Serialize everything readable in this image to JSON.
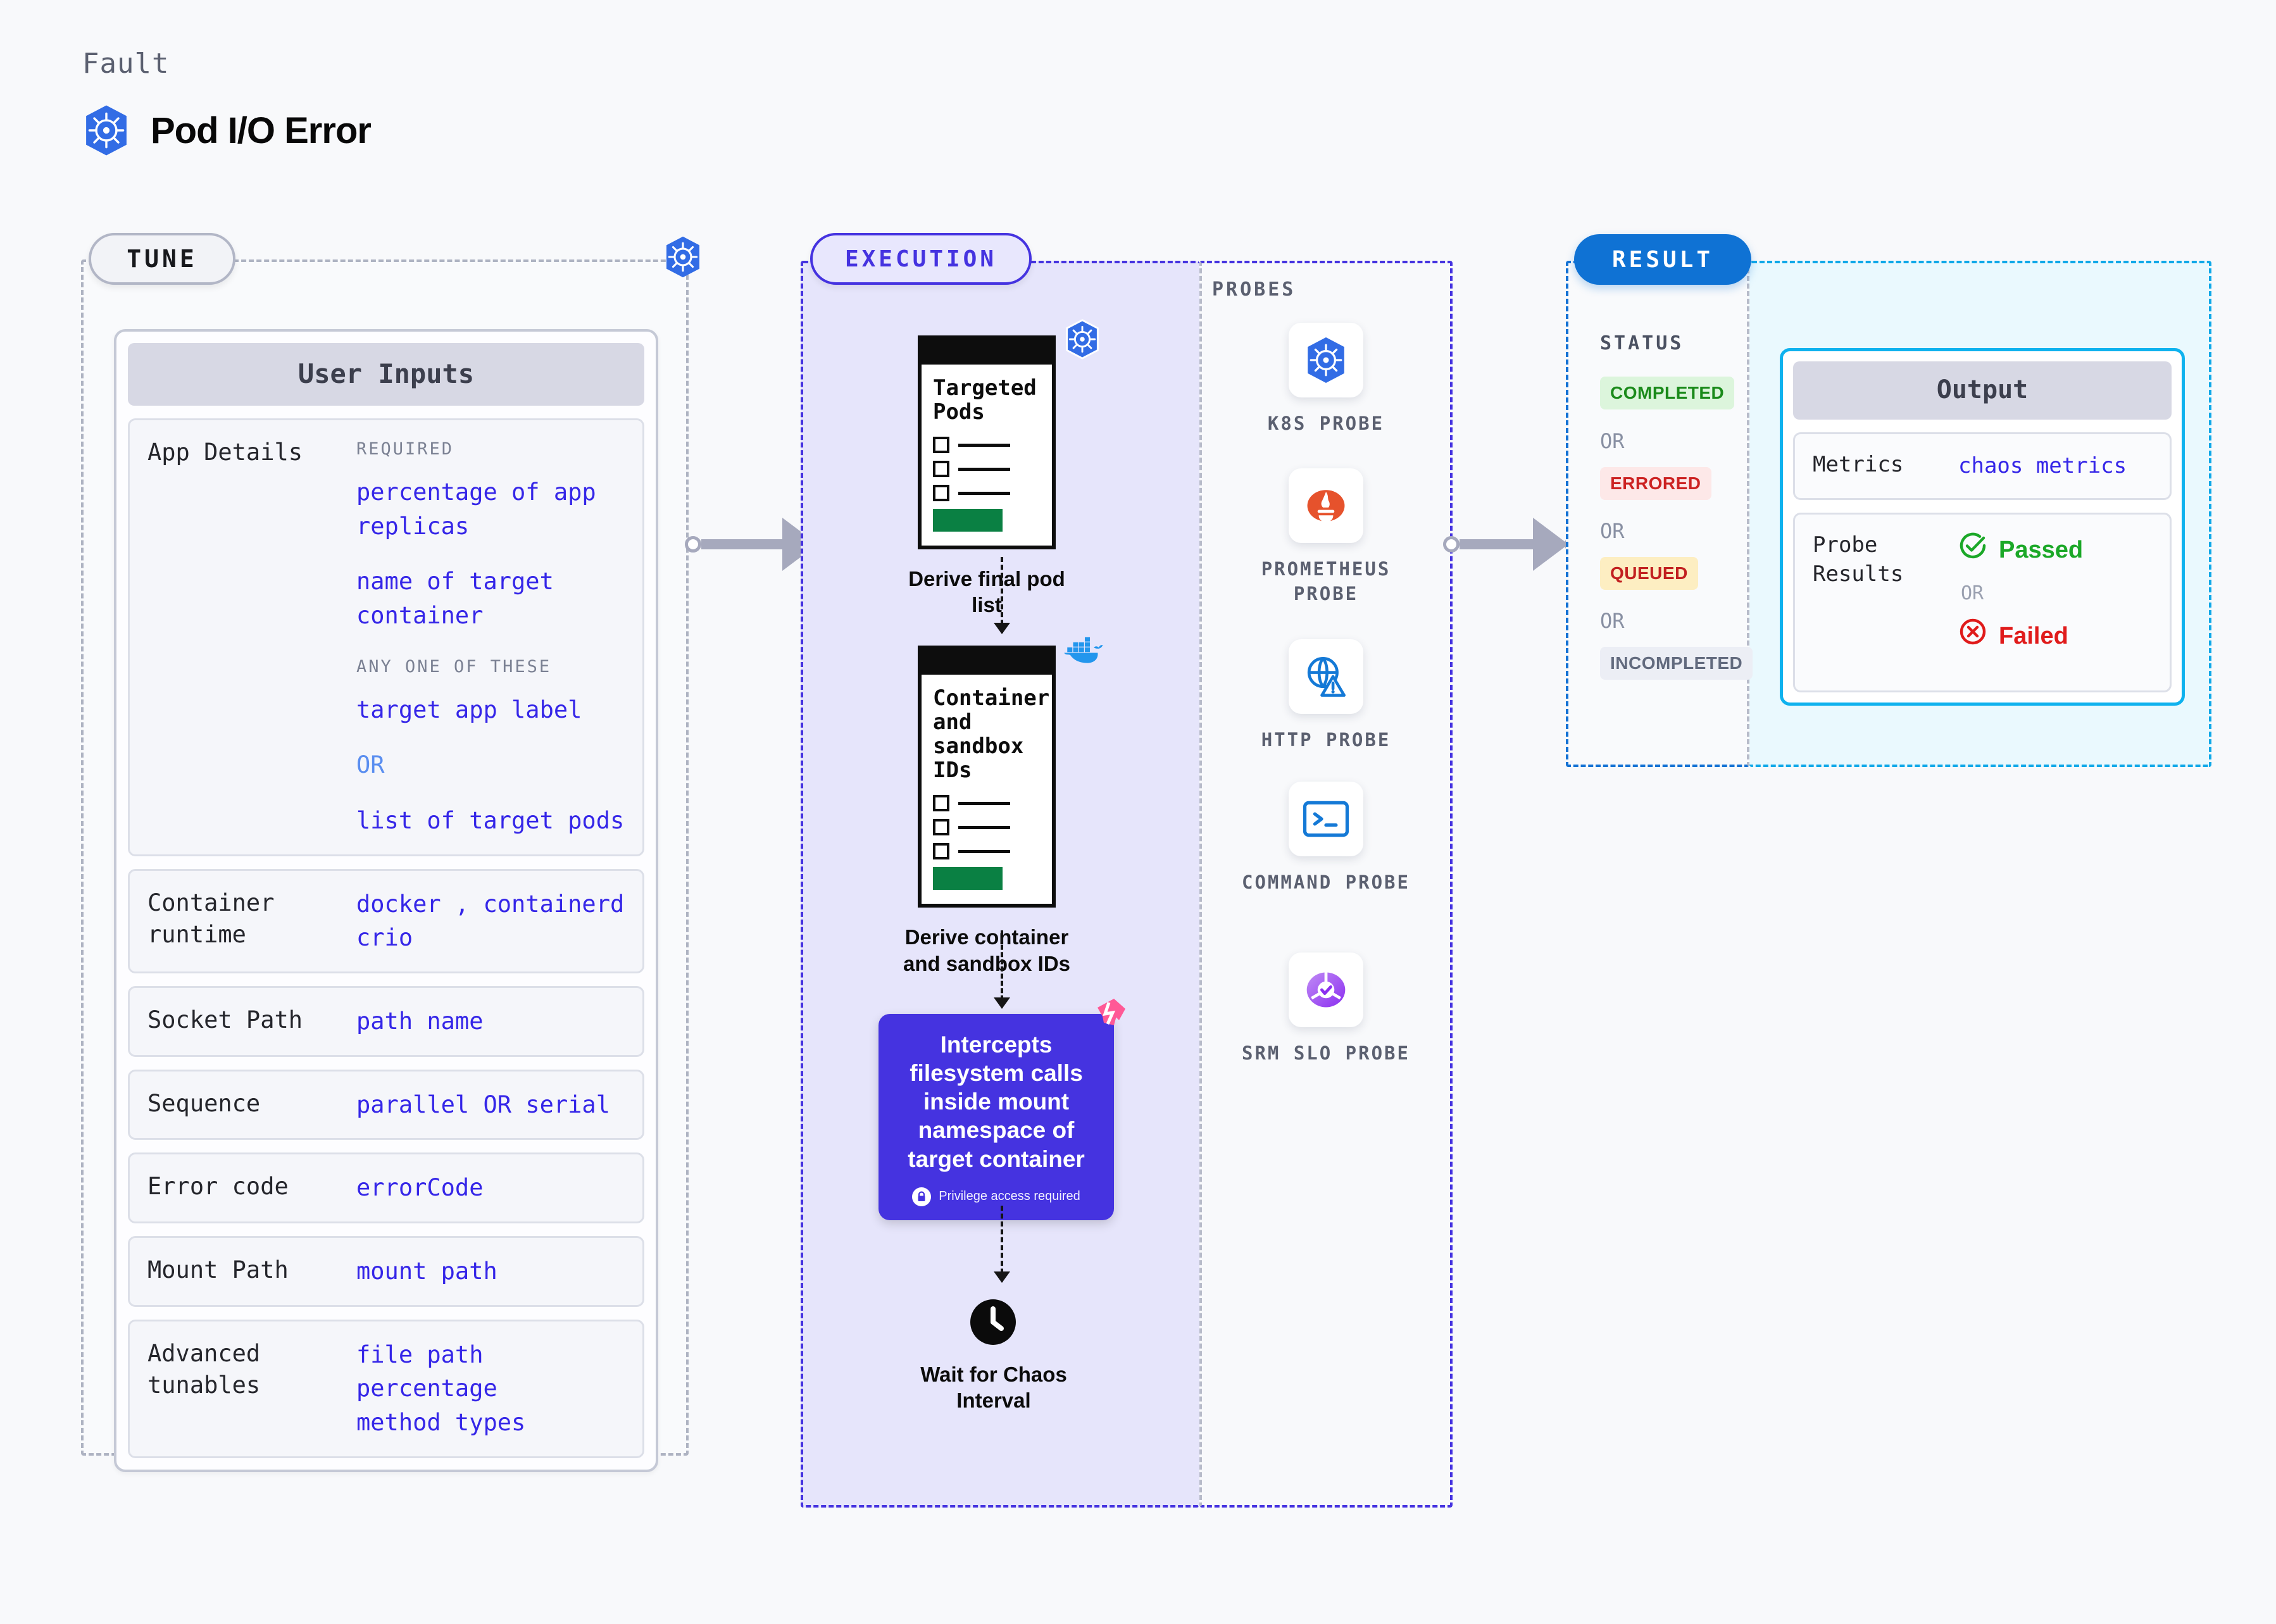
{
  "header": {
    "eyebrow": "Fault",
    "title": "Pod I/O Error",
    "icon": "kubernetes-icon"
  },
  "sections": {
    "tune": {
      "label": "TUNE",
      "badge_icon": "kubernetes-icon"
    },
    "execution": {
      "label": "EXECUTION"
    },
    "probes": {
      "label": "PROBES"
    },
    "result": {
      "label": "RESULT"
    }
  },
  "tune": {
    "card_title": "User Inputs",
    "rows": [
      {
        "label": "App Details",
        "groups": [
          {
            "heading": "REQUIRED",
            "values": [
              "percentage of app replicas",
              "name of target container"
            ]
          },
          {
            "heading": "ANY ONE OF THESE",
            "values": [
              "target app label",
              "OR",
              "list of target pods"
            ]
          }
        ]
      },
      {
        "label": "Container runtime",
        "values": [
          "docker , containerd",
          "crio"
        ]
      },
      {
        "label": "Socket Path",
        "values": [
          "path name"
        ]
      },
      {
        "label": "Sequence",
        "values": [
          "parallel OR serial"
        ]
      },
      {
        "label": "Error code",
        "values": [
          "errorCode"
        ]
      },
      {
        "label": "Mount Path",
        "values": [
          "mount path"
        ]
      },
      {
        "label": "Advanced tunables",
        "values": [
          "file path",
          "percentage",
          "method types"
        ]
      }
    ]
  },
  "execution": {
    "steps": [
      {
        "doc_title": "Targeted Pods",
        "caption": "Derive final pod list",
        "badge_icon": "kubernetes-icon"
      },
      {
        "doc_title": "Container and sandbox IDs",
        "caption": "Derive container and sandbox IDs",
        "badge_icon": "docker-icon"
      }
    ],
    "note": {
      "text": "Intercepts filesystem calls inside mount namespace of target container",
      "privilege": "Privilege access required",
      "privilege_icon": "lock-icon",
      "badge_icon": "litmus-icon"
    },
    "wait": {
      "caption": "Wait for Chaos Interval",
      "icon": "clock-icon"
    }
  },
  "probes": [
    {
      "label": "K8S PROBE",
      "icon": "kubernetes-icon"
    },
    {
      "label": "PROMETHEUS PROBE",
      "icon": "prometheus-icon"
    },
    {
      "label": "HTTP PROBE",
      "icon": "http-globe-warning-icon"
    },
    {
      "label": "COMMAND PROBE",
      "icon": "terminal-icon"
    },
    {
      "label": "SRM SLO PROBE",
      "icon": "srm-slo-icon"
    }
  ],
  "result": {
    "status_title": "STATUS",
    "statuses": [
      {
        "label": "COMPLETED",
        "bg": "#dcf5dc",
        "fg": "#1a8a1a"
      },
      {
        "label": "ERRORED",
        "bg": "#fde8e8",
        "fg": "#cc2222"
      },
      {
        "label": "QUEUED",
        "bg": "#fdeec2",
        "fg": "#c22020"
      },
      {
        "label": "INCOMPLETED",
        "bg": "#eceef5",
        "fg": "#626a7e"
      }
    ],
    "or_label": "OR",
    "output": {
      "title": "Output",
      "rows": [
        {
          "label": "Metrics",
          "value": "chaos metrics"
        }
      ],
      "probe_results": {
        "label": "Probe Results",
        "passed": "Passed",
        "failed": "Failed",
        "or_label": "OR",
        "passed_icon": "check-circle-icon",
        "failed_icon": "x-circle-icon"
      }
    }
  },
  "colors": {
    "accent_purple": "#4533e0",
    "accent_blue": "#0f72d4",
    "accent_cyan": "#0fb2ee",
    "value_blue": "#3526e8"
  }
}
